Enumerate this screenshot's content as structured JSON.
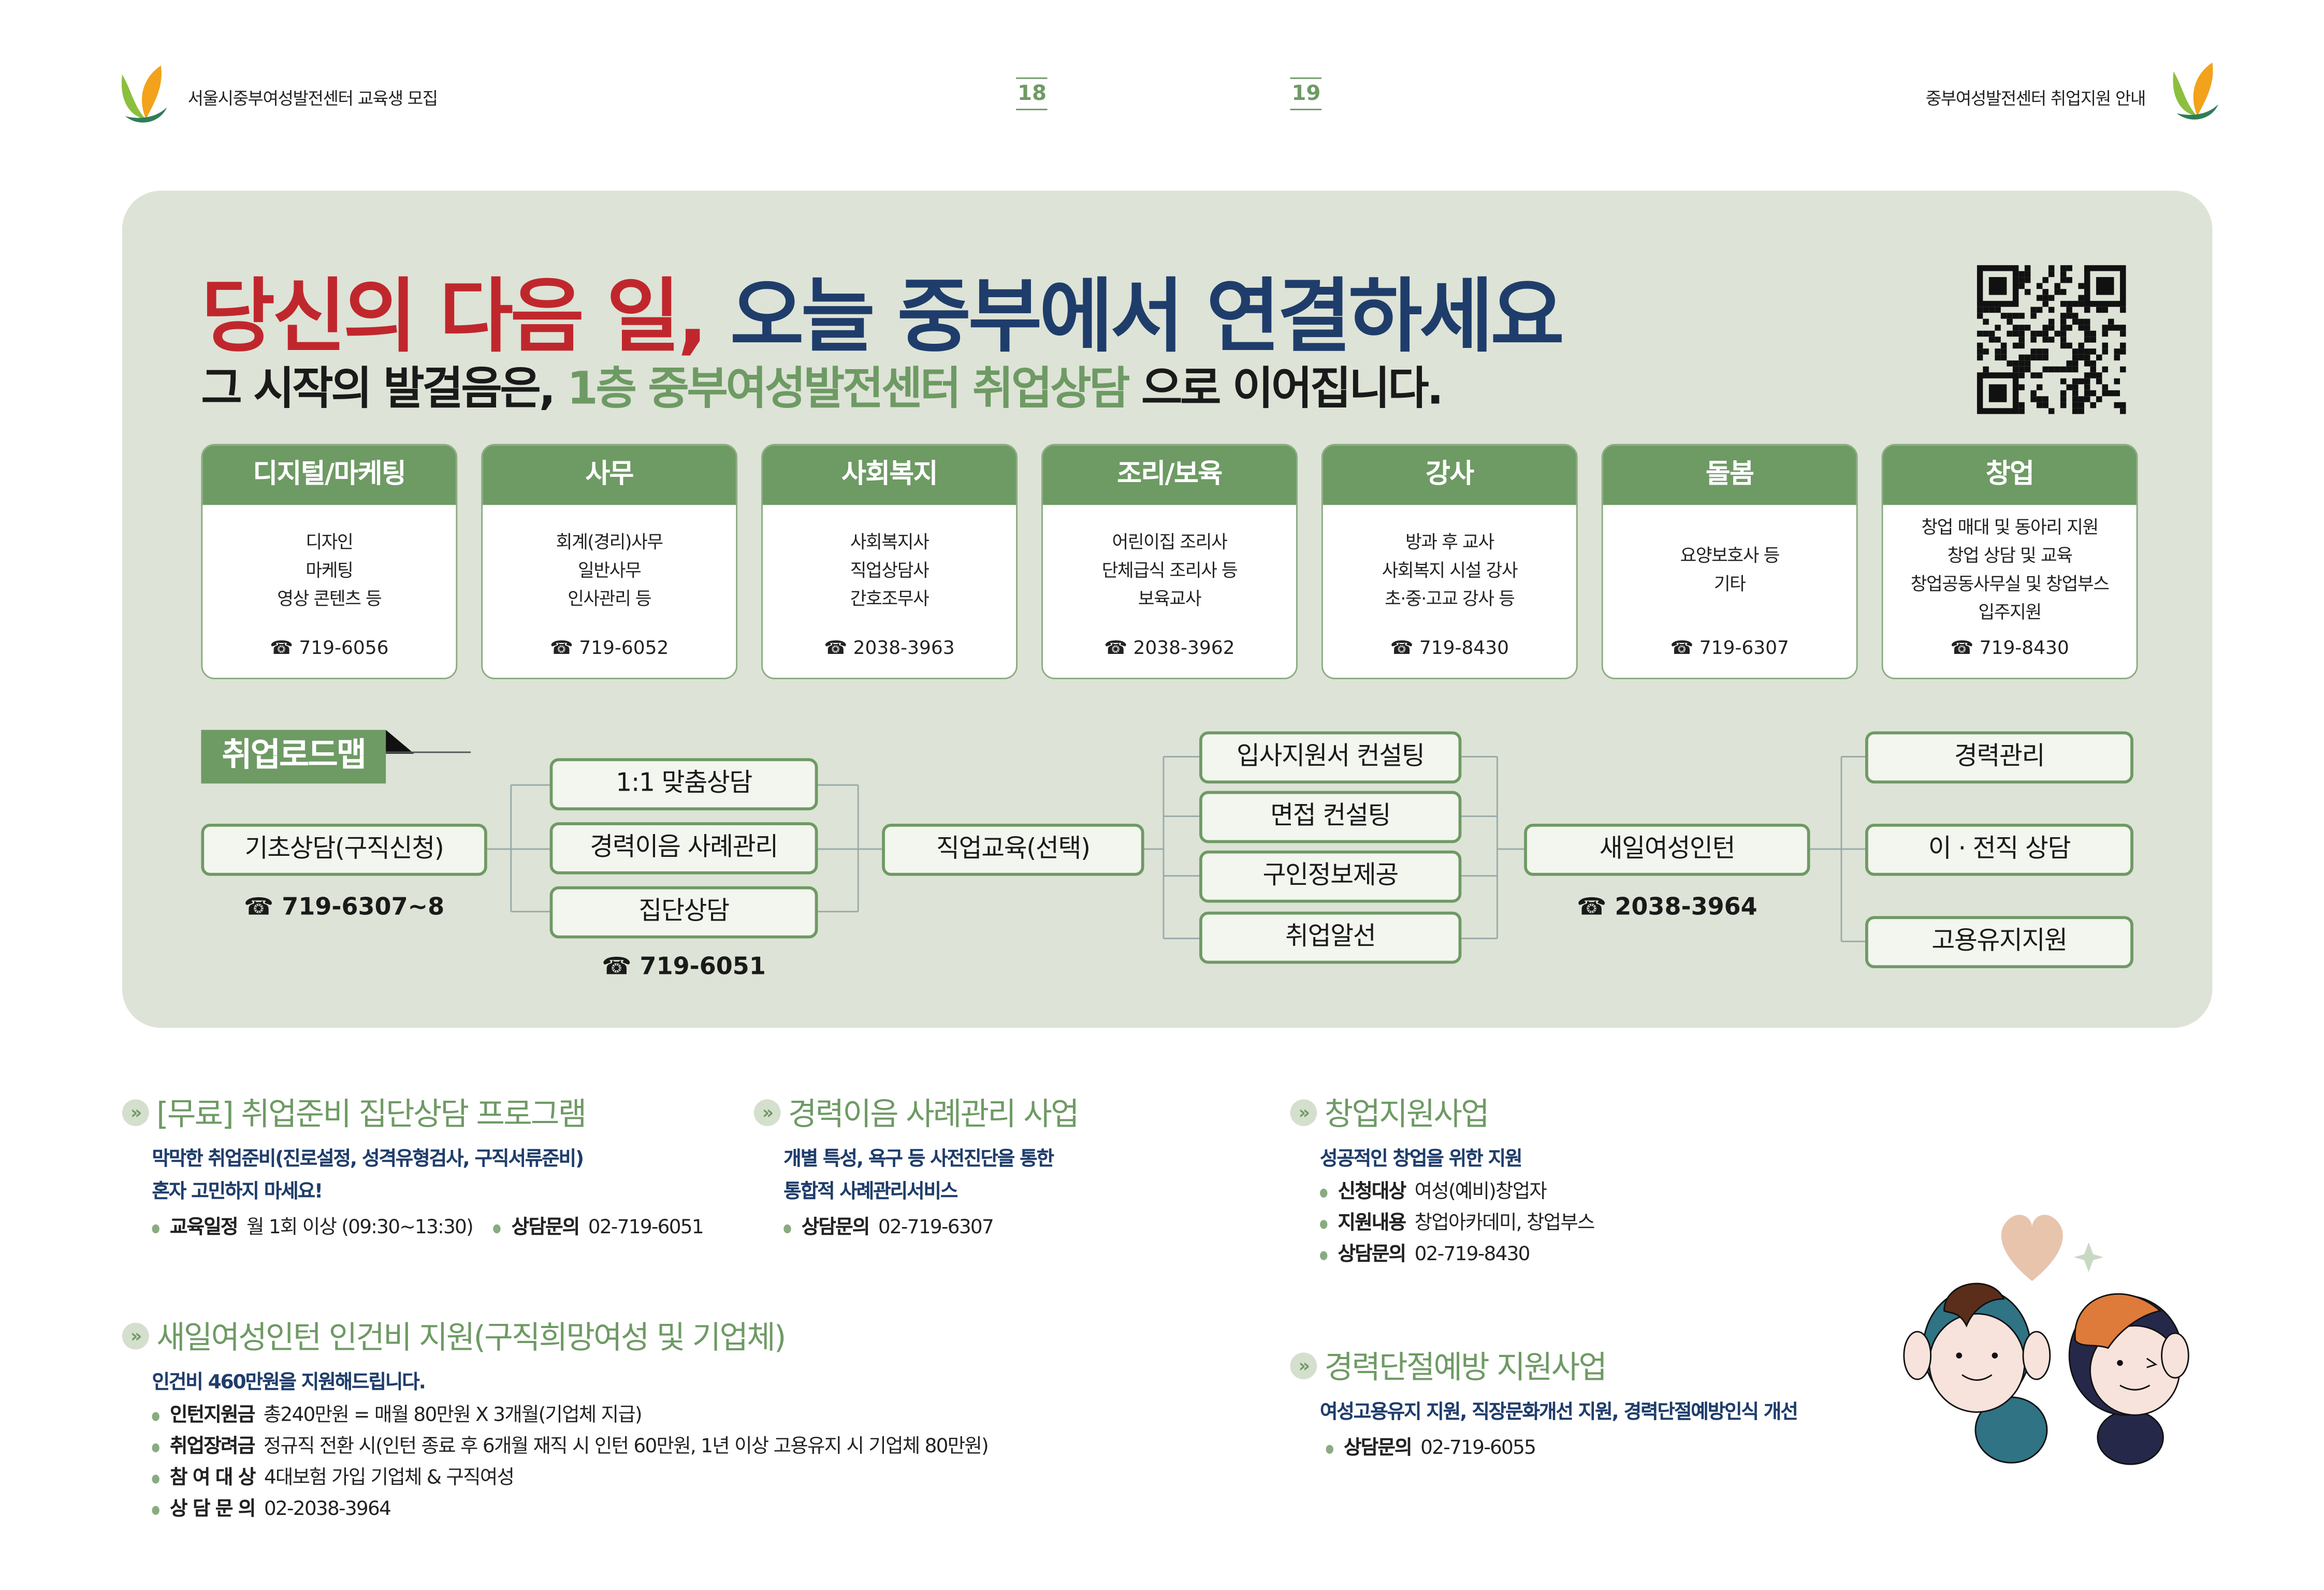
{
  "header": {
    "left_title": "서울시중부여성발전센터 교육생 모집",
    "page_left": "18",
    "page_right": "19",
    "right_title": "중부여성발전센터 취업지원 안내"
  },
  "hero": {
    "headline_red": "당신의 다음 일,",
    "headline_navy": "오늘 중부에서 연결하세요",
    "sub_pre": "그 시작의 발걸음은,",
    "sub_green": "1층 중부여성발전센터 취업상담",
    "sub_post": "으로 이어집니다."
  },
  "colors": {
    "green": "#6e9a64",
    "red": "#c0272d",
    "navy": "#1f3d6b",
    "panel": "#dde3d6"
  },
  "cards": [
    {
      "title": "디지털/마케팅",
      "lines": [
        "디자인",
        "마케팅",
        "영상 콘텐츠 등"
      ],
      "phone": "☎ 719-6056"
    },
    {
      "title": "사무",
      "lines": [
        "회계(경리)사무",
        "일반사무",
        "인사관리 등"
      ],
      "phone": "☎ 719-6052"
    },
    {
      "title": "사회복지",
      "lines": [
        "사회복지사",
        "직업상담사",
        "간호조무사"
      ],
      "phone": "☎ 2038-3963"
    },
    {
      "title": "조리/보육",
      "lines": [
        "어린이집 조리사",
        "단체급식 조리사 등",
        "보육교사"
      ],
      "phone": "☎ 2038-3962"
    },
    {
      "title": "강사",
      "lines": [
        "방과 후 교사",
        "사회복지 시설 강사",
        "초·중·고교 강사 등"
      ],
      "phone": "☎ 719-8430"
    },
    {
      "title": "돌봄",
      "lines": [
        "요양보호사 등",
        "기타"
      ],
      "phone": "☎ 719-6307"
    },
    {
      "title": "창업",
      "lines": [
        "창업 매대 및 동아리 지원",
        "창업 상담 및 교육",
        "창업공동사무실 및 창업부스",
        "입주지원"
      ],
      "phone": "☎ 719-8430"
    }
  ],
  "roadmap": {
    "label": "취업로드맵",
    "step1": "기초상담(구직신청)",
    "step1_phone": "☎ 719-6307~8",
    "step2": [
      "1:1 맞춤상담",
      "경력이음 사례관리",
      "집단상담"
    ],
    "step2_phone": "☎ 719-6051",
    "step3": "직업교육(선택)",
    "step4": [
      "입사지원서 컨설팅",
      "면접 컨설팅",
      "구인정보제공",
      "취업알선"
    ],
    "step5": "새일여성인턴",
    "step5_phone": "☎ 2038-3964",
    "step6": [
      "경력관리",
      "이 · 전직 상담",
      "고용유지지원"
    ]
  },
  "sections": {
    "s1": {
      "title": "[무료] 취업준비 집단상담 프로그램",
      "sub1": "막막한 취업준비(진로설정, 성격유형검사, 구직서류준비)",
      "sub2": "혼자 고민하지 마세요!",
      "k1": "교육일정",
      "v1": "월 1회 이상 (09:30~13:30)",
      "k2": "상담문의",
      "v2": "02-719-6051"
    },
    "s2": {
      "title": "경력이음 사례관리 사업",
      "sub1": "개별 특성, 욕구 등 사전진단을 통한",
      "sub2": "통합적 사례관리서비스",
      "k1": "상담문의",
      "v1": "02-719-6307"
    },
    "s3": {
      "title": "창업지원사업",
      "sub1": "성공적인 창업을 위한 지원",
      "items": [
        {
          "k": "신청대상",
          "v": "여성(예비)창업자"
        },
        {
          "k": "지원내용",
          "v": "창업아카데미, 창업부스"
        },
        {
          "k": "상담문의",
          "v": "02-719-8430"
        }
      ]
    },
    "s4": {
      "title": "새일여성인턴 인건비 지원(구직희망여성 및 기업체)",
      "sub1": "인건비 460만원을 지원해드립니다.",
      "items": [
        {
          "k": "인턴지원금",
          "v": "총240만원 = 매월 80만원 X 3개월(기업체 지급)"
        },
        {
          "k": "취업장려금",
          "v": "정규직 전환 시(인턴 종료 후 6개월 재직 시 인턴 60만원, 1년 이상 고용유지 시 기업체 80만원)"
        },
        {
          "k": "참 여 대 상",
          "v": "4대보험 가입 기업체 & 구직여성"
        },
        {
          "k": "상 담 문 의",
          "v": "02-2038-3964"
        }
      ]
    },
    "s5": {
      "title": "경력단절예방 지원사업",
      "sub1": "여성고용유지 지원, 직장문화개선 지원, 경력단절예방인식 개선",
      "k1": "상담문의",
      "v1": "02-719-6055"
    }
  }
}
